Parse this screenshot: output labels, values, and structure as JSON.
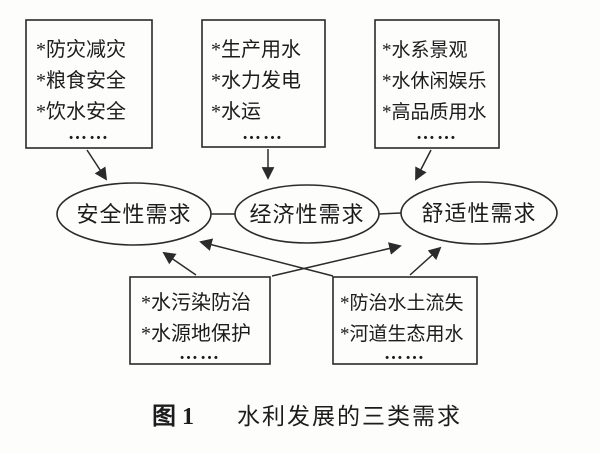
{
  "colors": {
    "ink": "#2b2b2b",
    "text": "#1c1c1c",
    "paper": "#fdfdfc"
  },
  "top_boxes": [
    {
      "id": "disaster-safety",
      "lines": [
        "*防灾减灾",
        "*粮食安全",
        "*饮水安全",
        "……"
      ]
    },
    {
      "id": "production-water",
      "lines": [
        "*生产用水",
        "*水力发电",
        "*水运",
        "……"
      ]
    },
    {
      "id": "water-landscape",
      "lines": [
        "*水系景观",
        "*水休闲娱乐",
        "*高品质用水",
        "……"
      ]
    }
  ],
  "ellipses": [
    {
      "id": "safety-need",
      "label": "安全性需求"
    },
    {
      "id": "economic-need",
      "label": "经济性需求"
    },
    {
      "id": "comfort-need",
      "label": "舒适性需求"
    }
  ],
  "bottom_boxes": [
    {
      "id": "pollution-control",
      "lines": [
        "*水污染防治",
        "*水源地保护",
        "……"
      ]
    },
    {
      "id": "erosion-control",
      "lines": [
        "*防治水土流失",
        "*河道生态用水",
        "……"
      ]
    }
  ],
  "caption": {
    "prefix": "图 1",
    "text": "水利发展的三类需求"
  }
}
